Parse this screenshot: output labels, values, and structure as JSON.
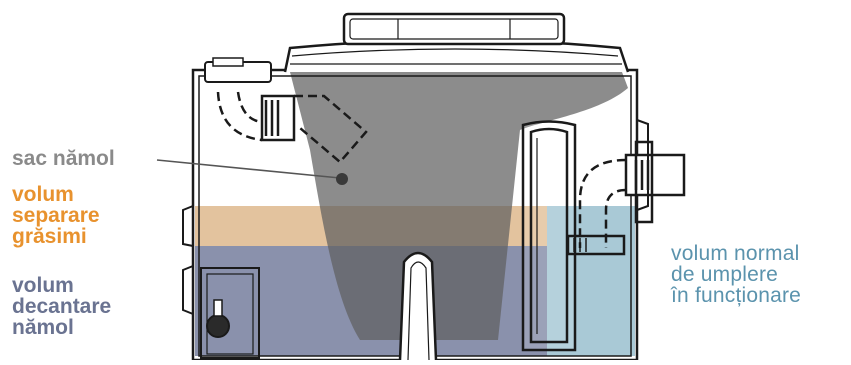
{
  "labels": {
    "sludge_bag": "sac nămol",
    "grease_separation": [
      "volum",
      "separare",
      "grăsimi"
    ],
    "sludge_settling": [
      "volum",
      "decantare",
      "nămol"
    ],
    "normal_fill": [
      "volum normal",
      "de umplere",
      "în funcționare"
    ]
  },
  "colors": {
    "sludge_bag": "#8a8a8a",
    "grease_separation": "#e8922e",
    "sludge_settling": "#6a7391",
    "normal_fill": "#5b93ad",
    "grease_band_fill": "#e2c29b",
    "settling_band_fill": "#8c93ad",
    "normal_fill_band": "#a6c6d4",
    "sludge_bag_fill": "#7d7d7d",
    "outline": "#1a1a1a"
  }
}
